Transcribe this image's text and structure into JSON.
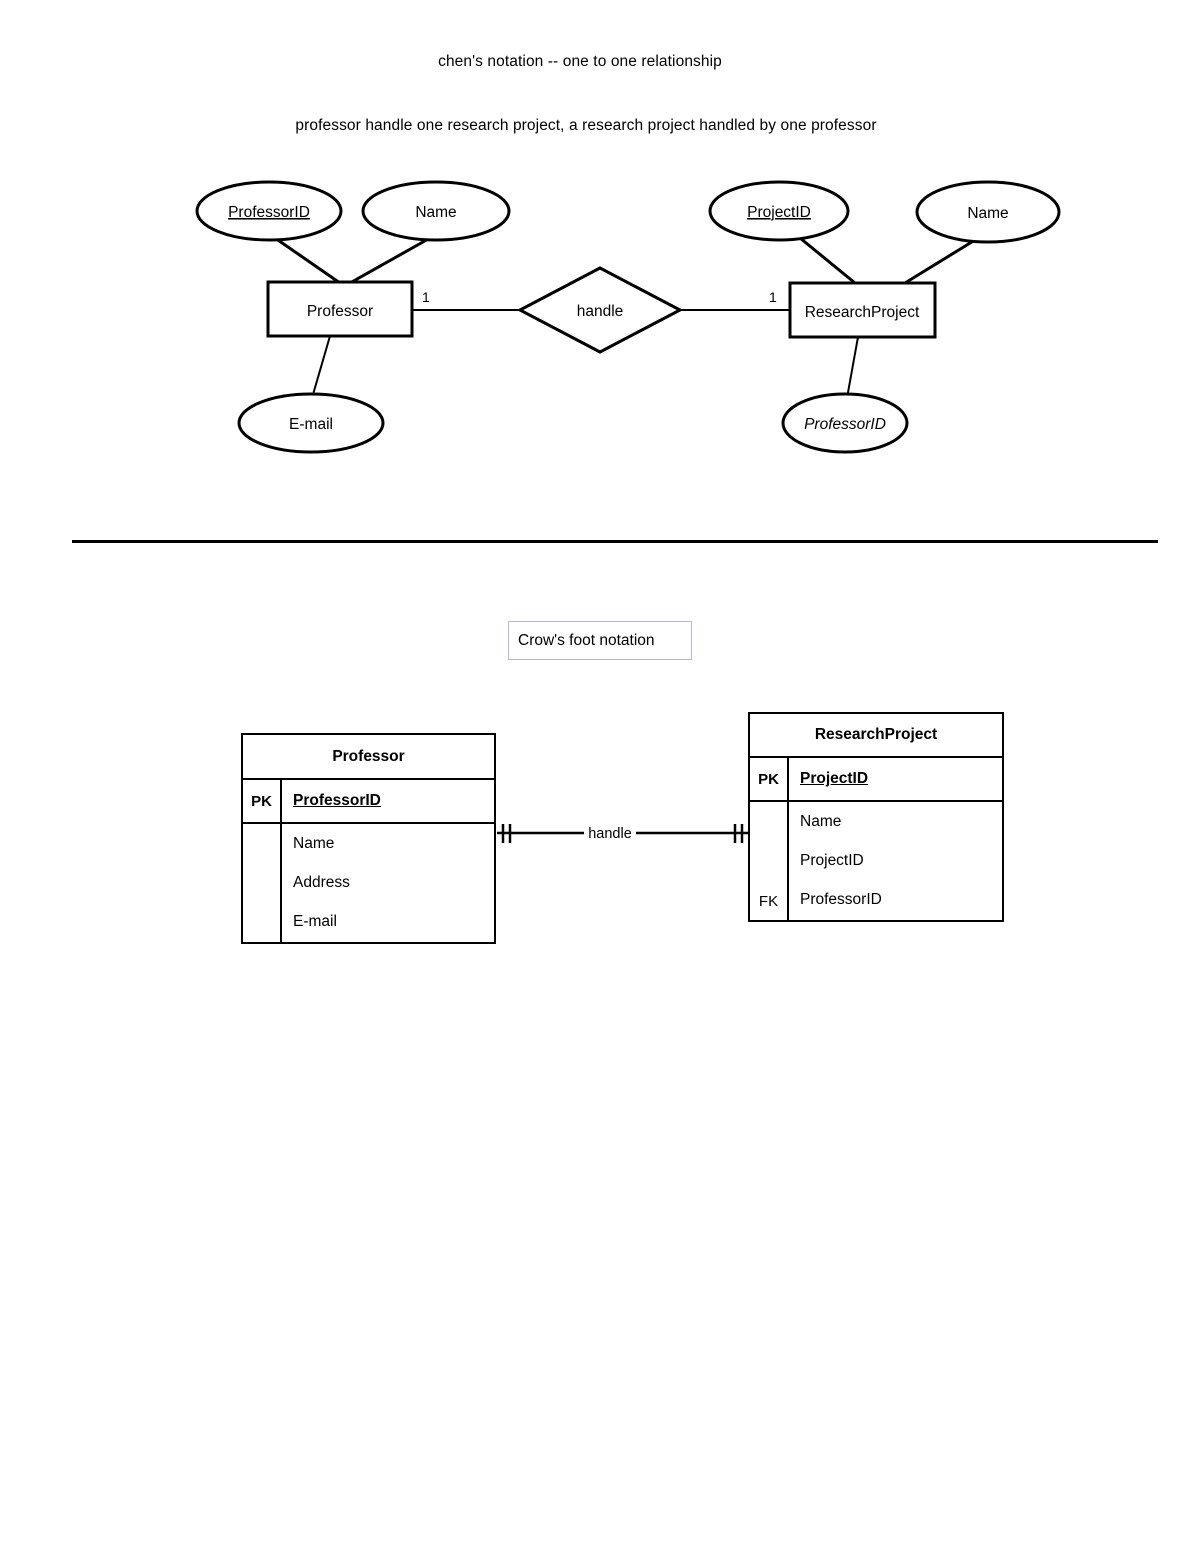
{
  "chen": {
    "title": "chen's notation -- one to one relationship",
    "subtitle": "professor handle one research project, a research project handled by one professor",
    "entities": [
      {
        "name": "Professor"
      },
      {
        "name": "ResearchProject"
      }
    ],
    "relationship": {
      "label": "handle"
    },
    "cardinality_left": "1",
    "cardinality_right": "1",
    "attributes": {
      "professor_pk": "ProfessorID",
      "professor_name": "Name",
      "professor_email": "E-mail",
      "project_pk": "ProjectID",
      "project_name": "Name",
      "project_fk": "ProfessorID"
    }
  },
  "crowsfoot": {
    "label": "Crow's foot notation",
    "label_border_color": "#b5b5e8",
    "relationship_label": "handle",
    "tables": [
      {
        "title": "Professor",
        "pk_key": "PK",
        "pk_field": "ProfessorID",
        "fields": [
          "Name",
          "Address",
          "E-mail"
        ],
        "fk_key": ""
      },
      {
        "title": "ResearchProject",
        "pk_key": "PK",
        "pk_field": "ProjectID",
        "fields": [
          "Name",
          "ProjectID",
          "ProfessorID"
        ],
        "fk_key": "FK"
      }
    ]
  }
}
